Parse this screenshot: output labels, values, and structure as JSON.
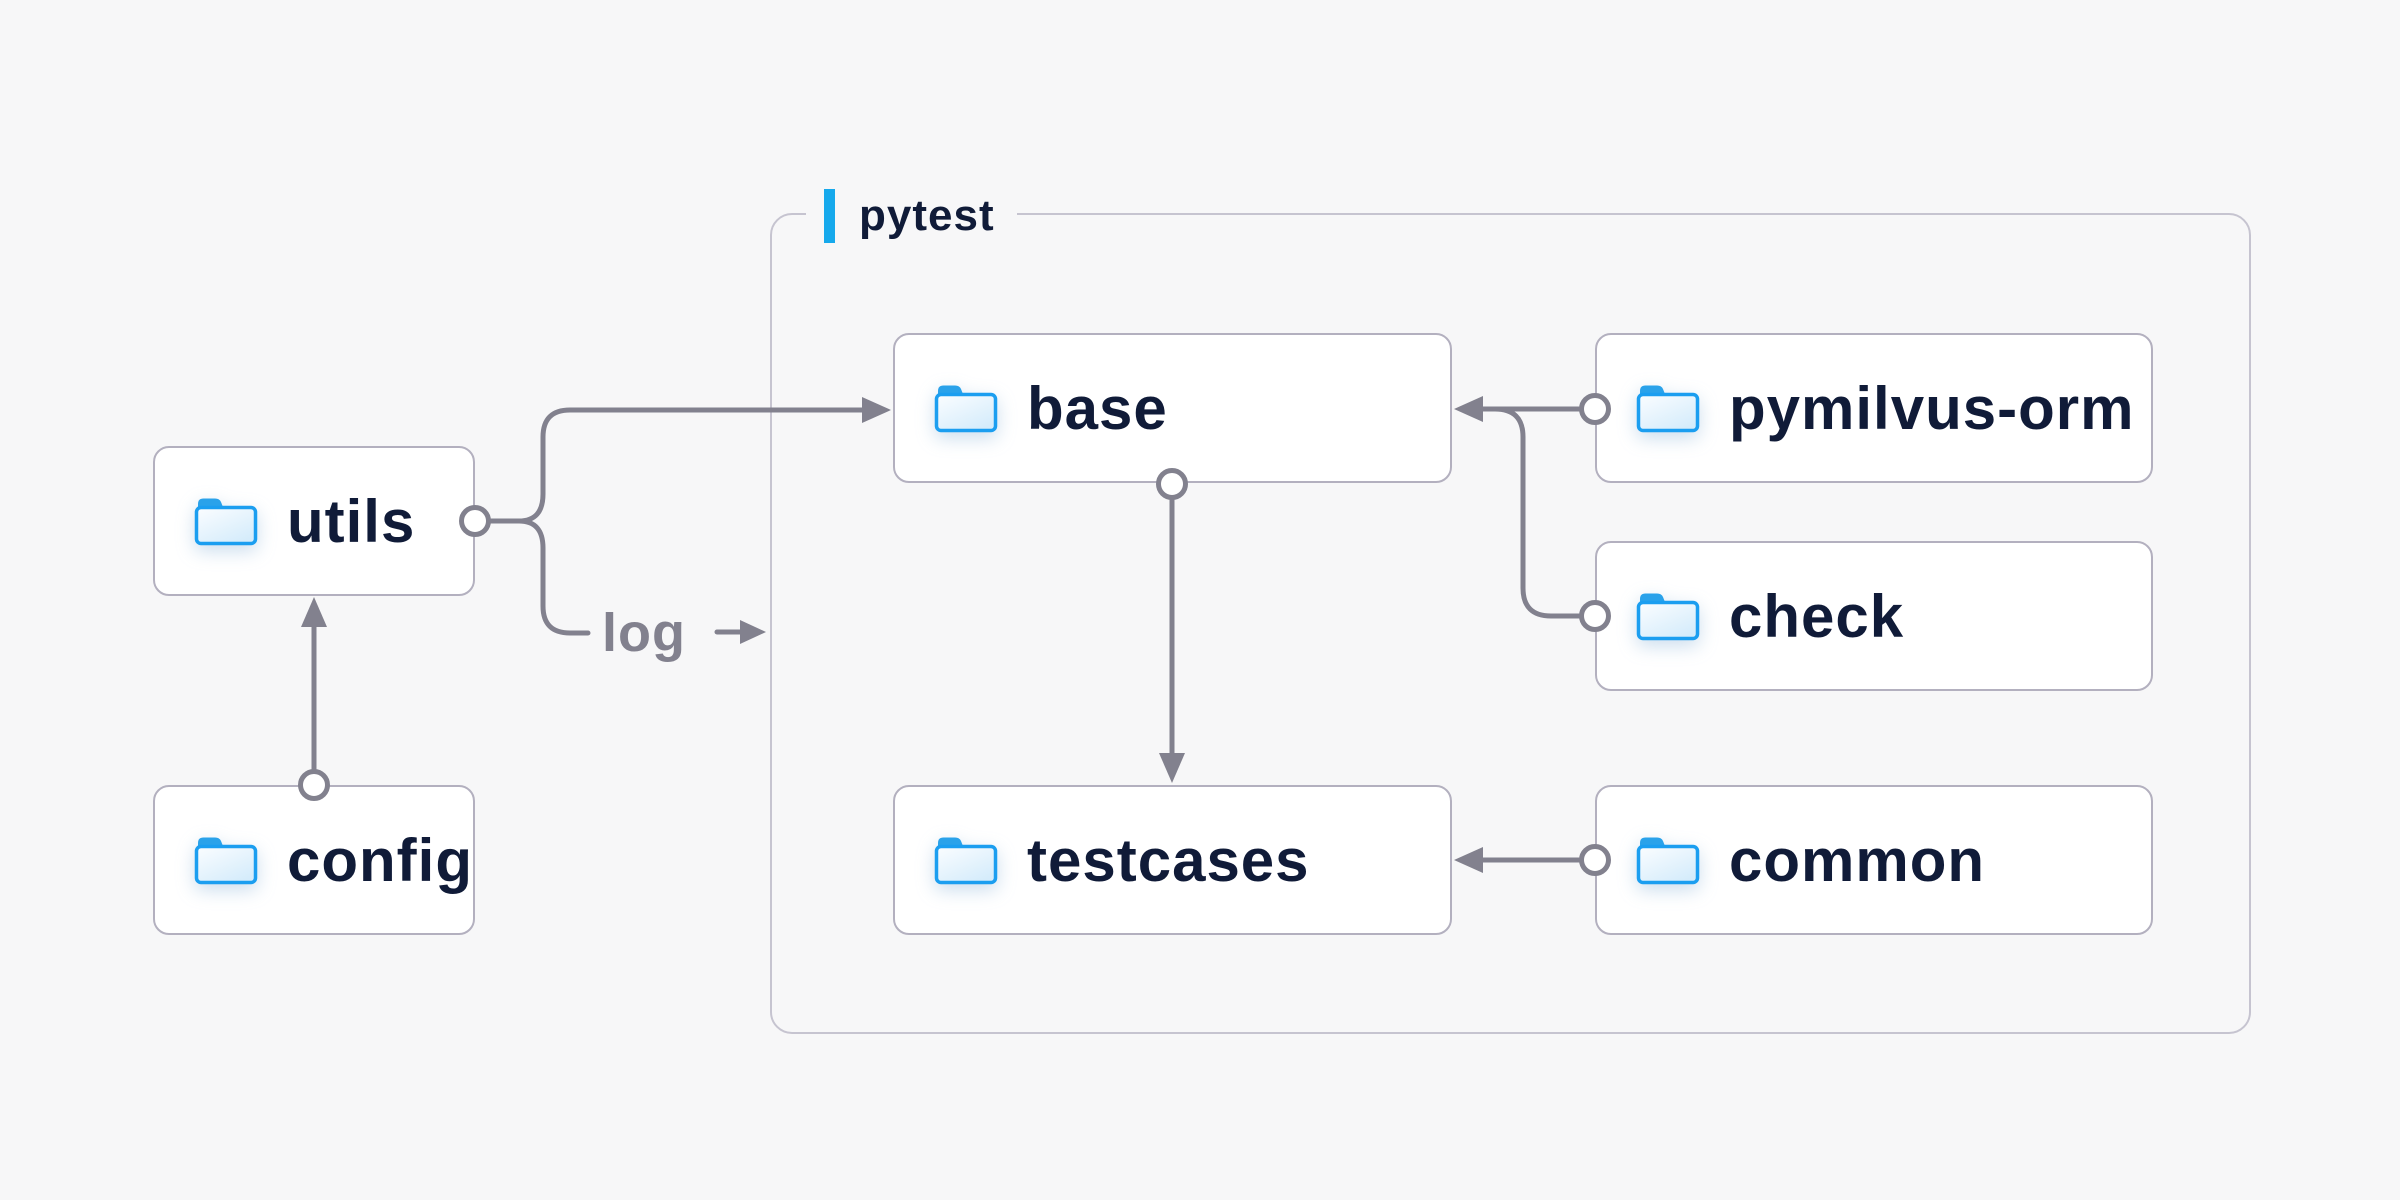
{
  "diagram": {
    "container": {
      "label": "pytest",
      "accent_color": "#16a9ec"
    },
    "nodes": [
      {
        "id": "utils",
        "label": "utils",
        "icon": "folder"
      },
      {
        "id": "config",
        "label": "config",
        "icon": "folder"
      },
      {
        "id": "base",
        "label": "base",
        "icon": "folder"
      },
      {
        "id": "testcases",
        "label": "testcases",
        "icon": "folder"
      },
      {
        "id": "pymilvus-orm",
        "label": "pymilvus-orm",
        "icon": "folder"
      },
      {
        "id": "check",
        "label": "check",
        "icon": "folder"
      },
      {
        "id": "common",
        "label": "common",
        "icon": "folder"
      }
    ],
    "edges": [
      {
        "from": "config",
        "to": "utils"
      },
      {
        "from": "utils",
        "to": "base",
        "label": "log"
      },
      {
        "from": "base",
        "to": "testcases"
      },
      {
        "from": "pymilvus-orm",
        "to": "base"
      },
      {
        "from": "check",
        "to": "base"
      },
      {
        "from": "common",
        "to": "testcases"
      }
    ],
    "colors": {
      "background": "#f7f7f8",
      "node_background": "#ffffff",
      "node_border": "#b3b0bf",
      "container_border": "#c6c4d0",
      "line_gray": "#82818e",
      "label_navy": "#101b38",
      "muted_label_gray": "#82818e",
      "accent_blue": "#16a9ec",
      "folder_blue": "#1b9ef0"
    }
  }
}
